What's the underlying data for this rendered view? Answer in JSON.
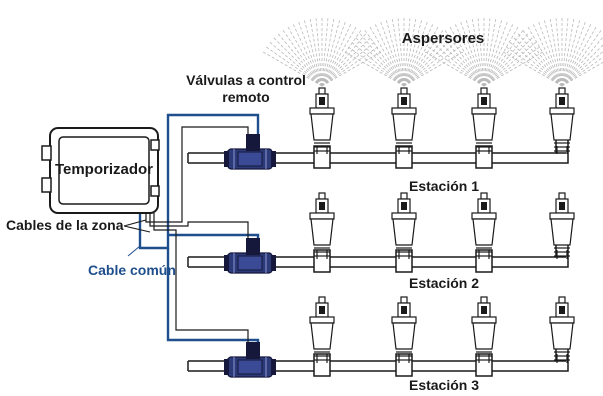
{
  "labels": {
    "sprinklers": "Aspersores",
    "valves_line1": "Válvulas a control",
    "valves_line2": "remoto",
    "timer": "Temporizador",
    "zone_cables": "Cables de la zona",
    "common_cable": "Cable común",
    "station_1": "Estación 1",
    "station_2": "Estación 2",
    "station_3": "Estación 3"
  },
  "colors": {
    "line": "#1a1a1a",
    "common_cable": "#1f4e8c",
    "valve_body": "#2c3a78",
    "valve_dark": "#15183a",
    "background": "#ffffff",
    "spray": "#b9b9b9"
  }
}
